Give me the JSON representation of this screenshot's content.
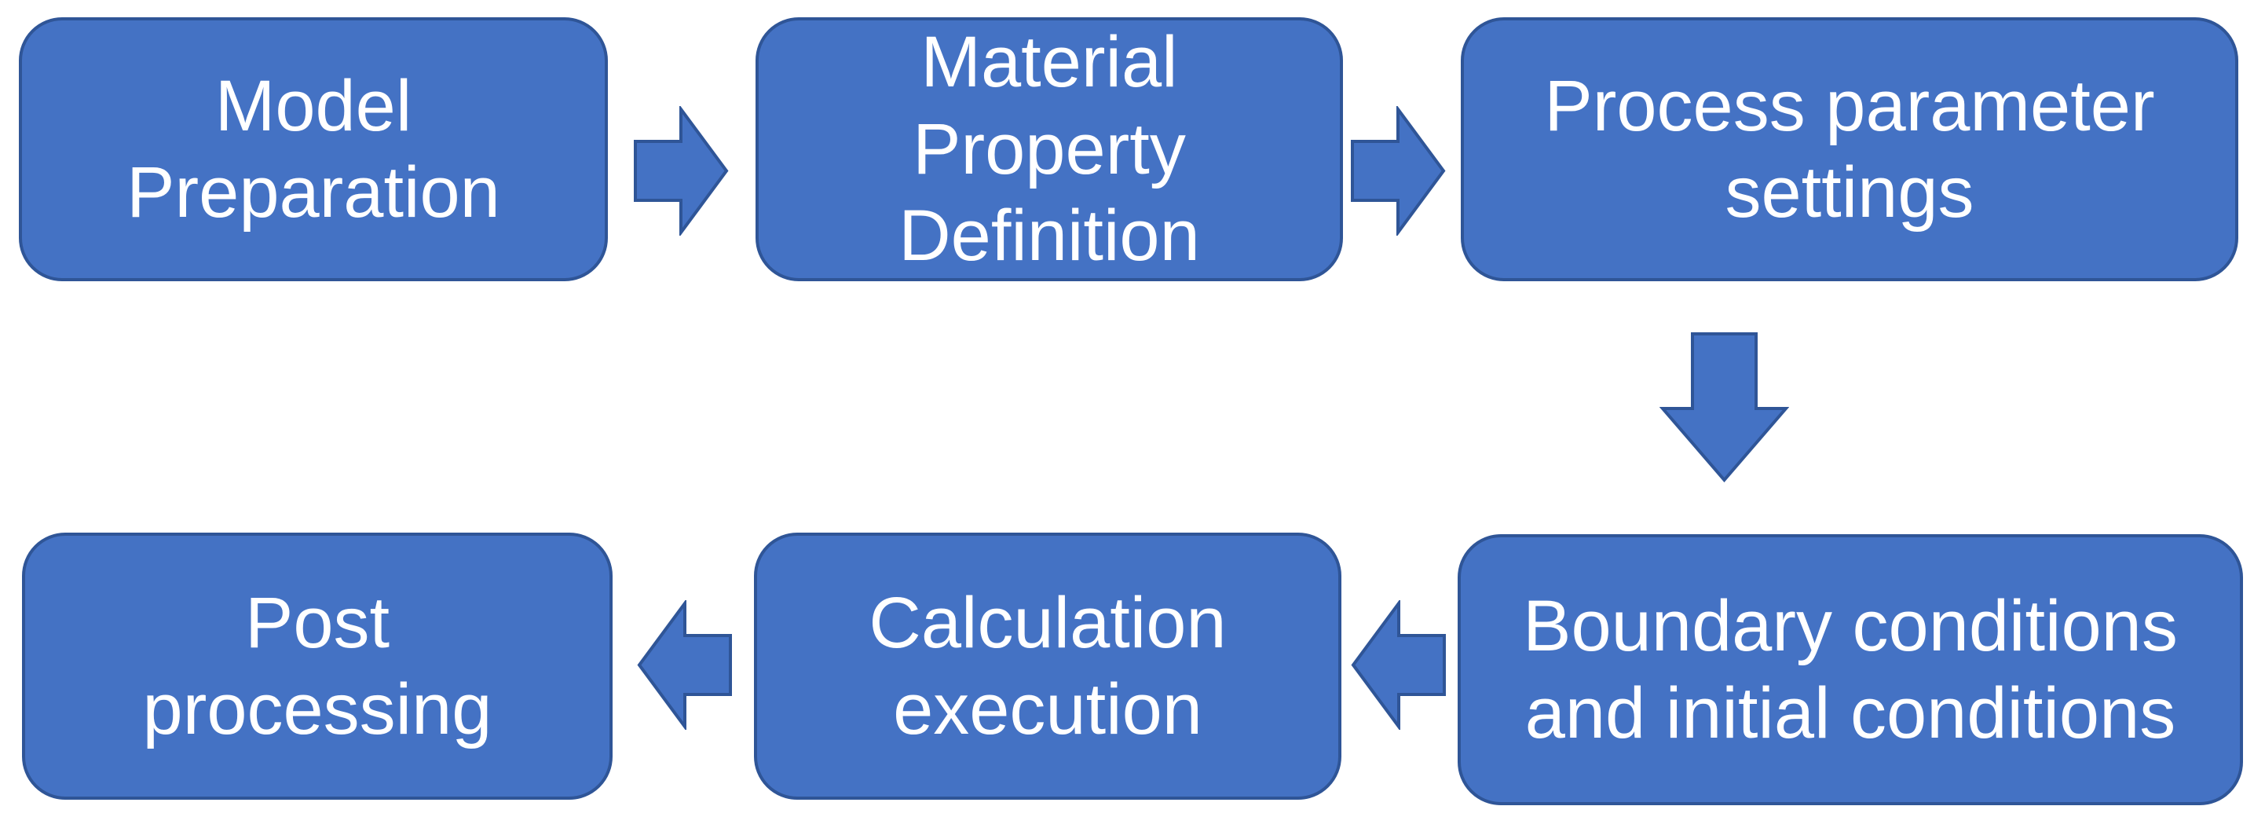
{
  "canvas": {
    "background": "#FFFFFF"
  },
  "colors": {
    "shape_fill": "#4472C4",
    "shape_border": "#2F5597",
    "text": "#FFFFFF"
  },
  "flowchart": {
    "nodes": [
      {
        "id": "model-preparation",
        "label": "Model\nPreparation"
      },
      {
        "id": "material-property-definition",
        "label": "Material\nProperty\nDefinition"
      },
      {
        "id": "process-parameter-settings",
        "label": "Process parameter\nsettings"
      },
      {
        "id": "post-processing",
        "label": "Post\nprocessing"
      },
      {
        "id": "calculation-execution",
        "label": "Calculation\nexecution"
      },
      {
        "id": "boundary-initial-conditions",
        "label": "Boundary conditions\nand initial conditions"
      }
    ],
    "connections": [
      {
        "from": "Model Preparation",
        "to": "Material Property Definition",
        "direction": "right"
      },
      {
        "from": "Material Property Definition",
        "to": "Process parameter settings",
        "direction": "right"
      },
      {
        "from": "Process parameter settings",
        "to": "Boundary conditions and initial conditions",
        "direction": "down"
      },
      {
        "from": "Boundary conditions and initial conditions",
        "to": "Calculation execution",
        "direction": "left"
      },
      {
        "from": "Calculation execution",
        "to": "Post processing",
        "direction": "left"
      }
    ]
  }
}
